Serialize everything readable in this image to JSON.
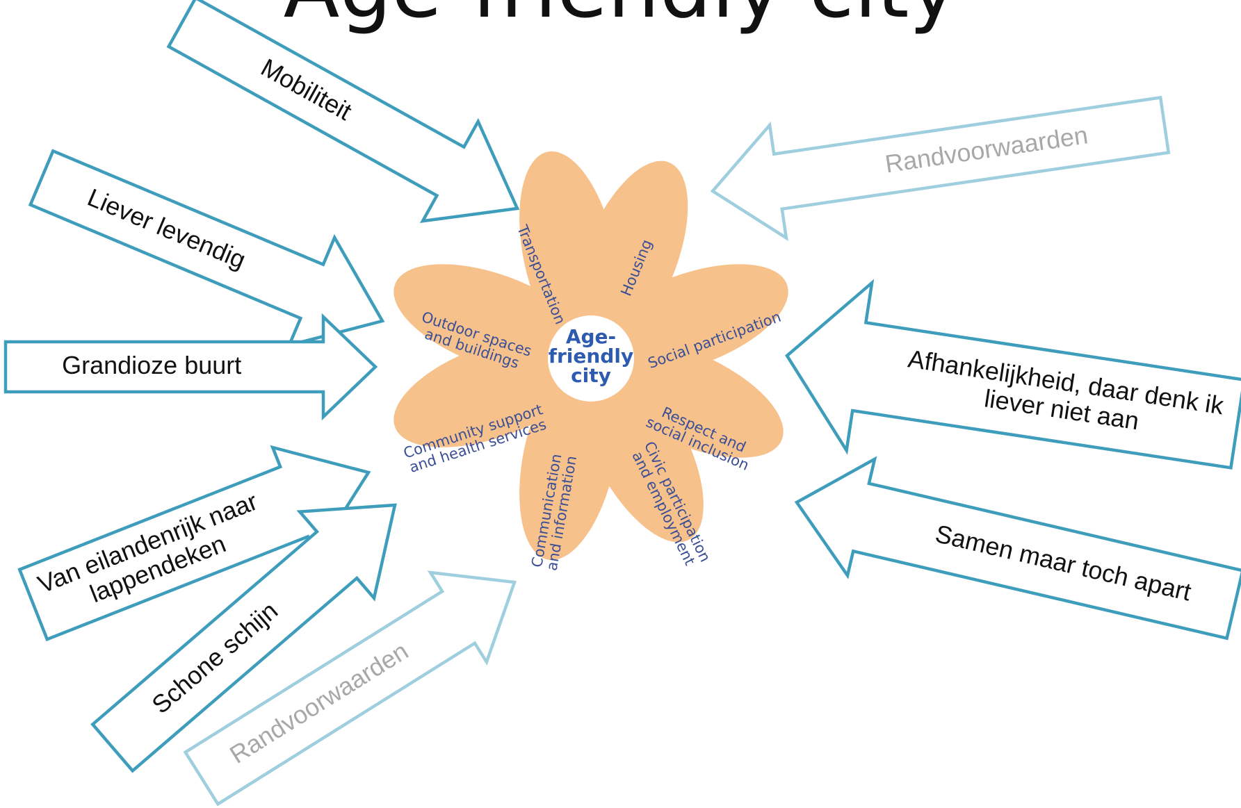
{
  "title": "Age-friendly city",
  "colors": {
    "petal": "#f7c18b",
    "center_text": "#2e5bb0",
    "petal_text": "#3a4f96",
    "arrow_dark": "#3f9dbc",
    "arrow_light": "#9fcfdf",
    "label_dark": "#111111",
    "label_light": "#a8a8a8"
  },
  "flower": {
    "center": [
      "Age-",
      "friendly",
      "city"
    ],
    "petals": [
      {
        "lines": [
          "Transportation"
        ]
      },
      {
        "lines": [
          "Housing"
        ]
      },
      {
        "lines": [
          "Social participation"
        ]
      },
      {
        "lines": [
          "Respect and",
          "social inclusion"
        ]
      },
      {
        "lines": [
          "Civic participation",
          "and employment"
        ]
      },
      {
        "lines": [
          "Communication",
          "and information"
        ]
      },
      {
        "lines": [
          "Community support",
          "and health services"
        ]
      },
      {
        "lines": [
          "Outdoor spaces",
          "and buildings"
        ]
      }
    ]
  },
  "arrows": [
    {
      "lines": [
        "Mobiliteit"
      ],
      "style": "dark"
    },
    {
      "lines": [
        "Liever levendig"
      ],
      "style": "dark"
    },
    {
      "lines": [
        "Grandioze buurt"
      ],
      "style": "dark"
    },
    {
      "lines": [
        "Van eilandenrijk naar",
        "lappendeken"
      ],
      "style": "dark"
    },
    {
      "lines": [
        "Schone schijn"
      ],
      "style": "dark"
    },
    {
      "lines": [
        "Randvoorwaarden"
      ],
      "style": "light"
    },
    {
      "lines": [
        "Randvoorwaarden"
      ],
      "style": "light"
    },
    {
      "lines": [
        "Afhankelijkheid, daar denk ik",
        "liever niet aan"
      ],
      "style": "dark"
    },
    {
      "lines": [
        "Samen maar toch apart"
      ],
      "style": "dark"
    }
  ]
}
